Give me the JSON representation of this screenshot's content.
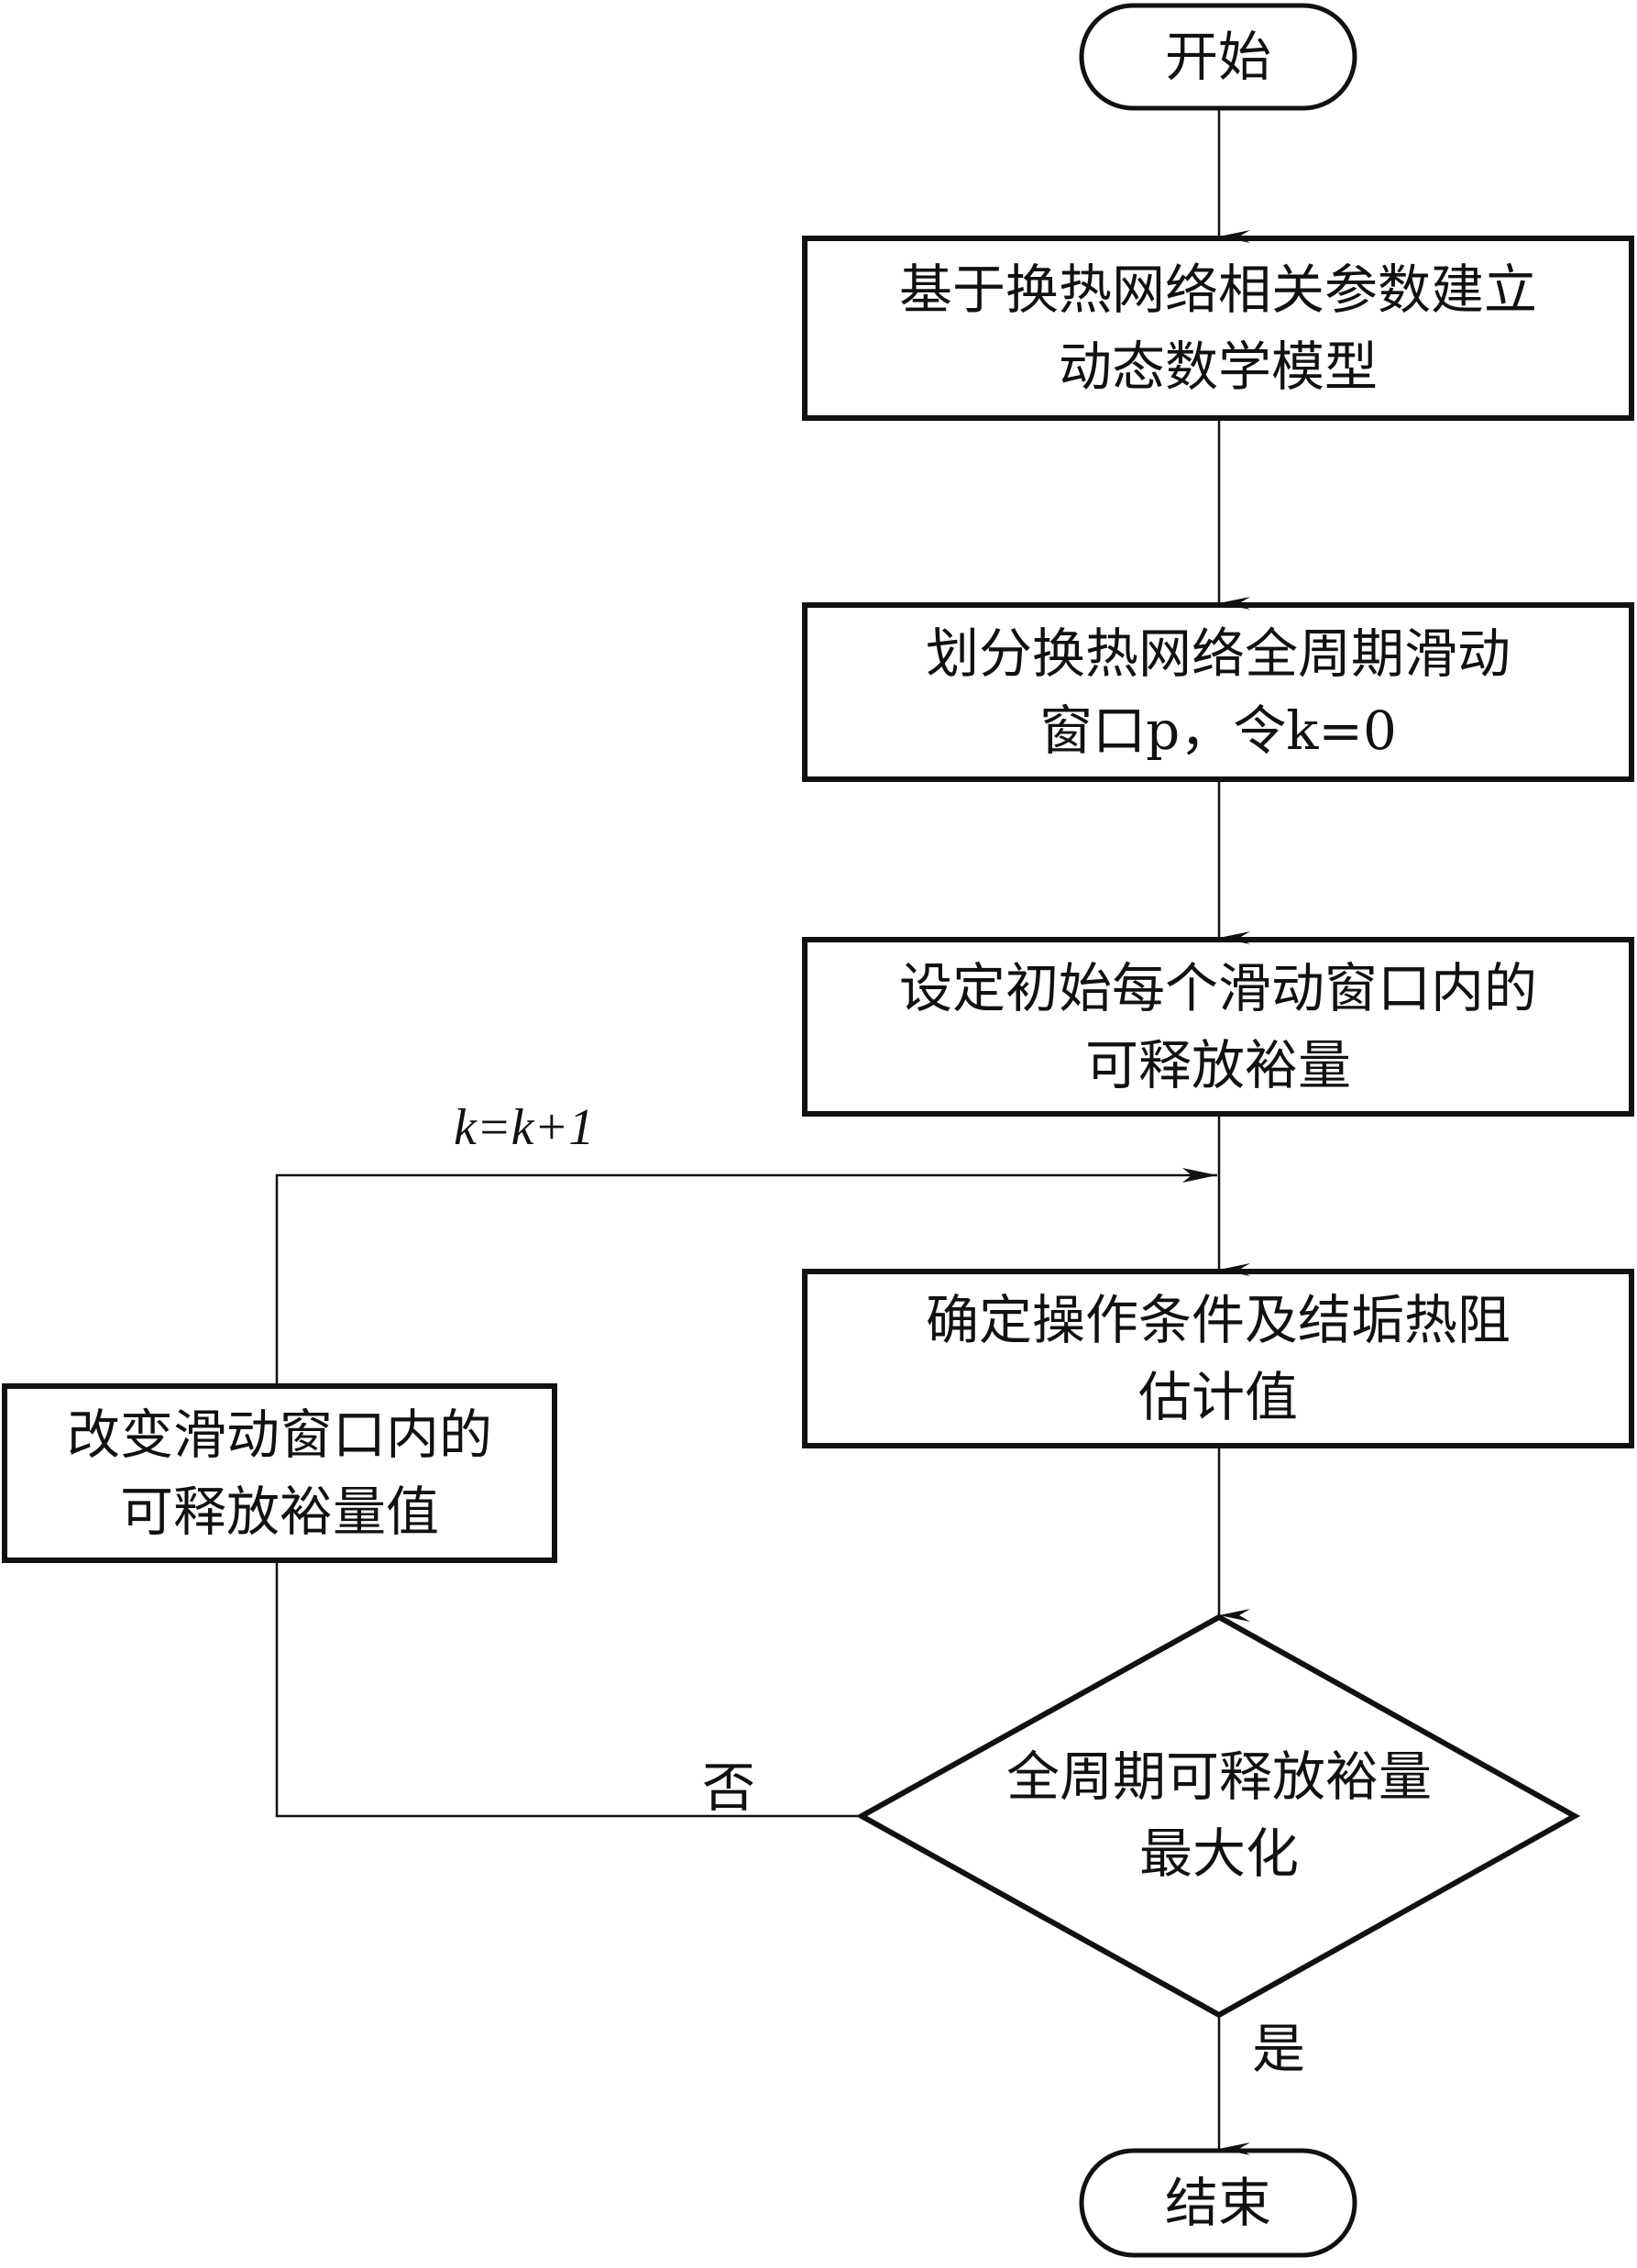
{
  "diagram": {
    "type": "flowchart",
    "nodes": {
      "start": {
        "label": "开始"
      },
      "step1": {
        "line1": "基于换热网络相关参数建立",
        "line2": "动态数学模型"
      },
      "step2": {
        "line1": "划分换热网络全周期滑动",
        "line2": "窗口p，令k=0"
      },
      "step3": {
        "line1": "设定初始每个滑动窗口内的",
        "line2": "可释放裕量"
      },
      "step4": {
        "line1": "确定操作条件及结垢热阻",
        "line2": "估计值"
      },
      "decision": {
        "line1": "全周期可释放裕量",
        "line2": "最大化"
      },
      "adjust": {
        "line1": "改变滑动窗口内的",
        "line2": "可释放裕量值"
      },
      "end": {
        "label": "结束"
      }
    },
    "edge_labels": {
      "loop": "k=k+1",
      "no": "否",
      "yes": "是"
    }
  }
}
